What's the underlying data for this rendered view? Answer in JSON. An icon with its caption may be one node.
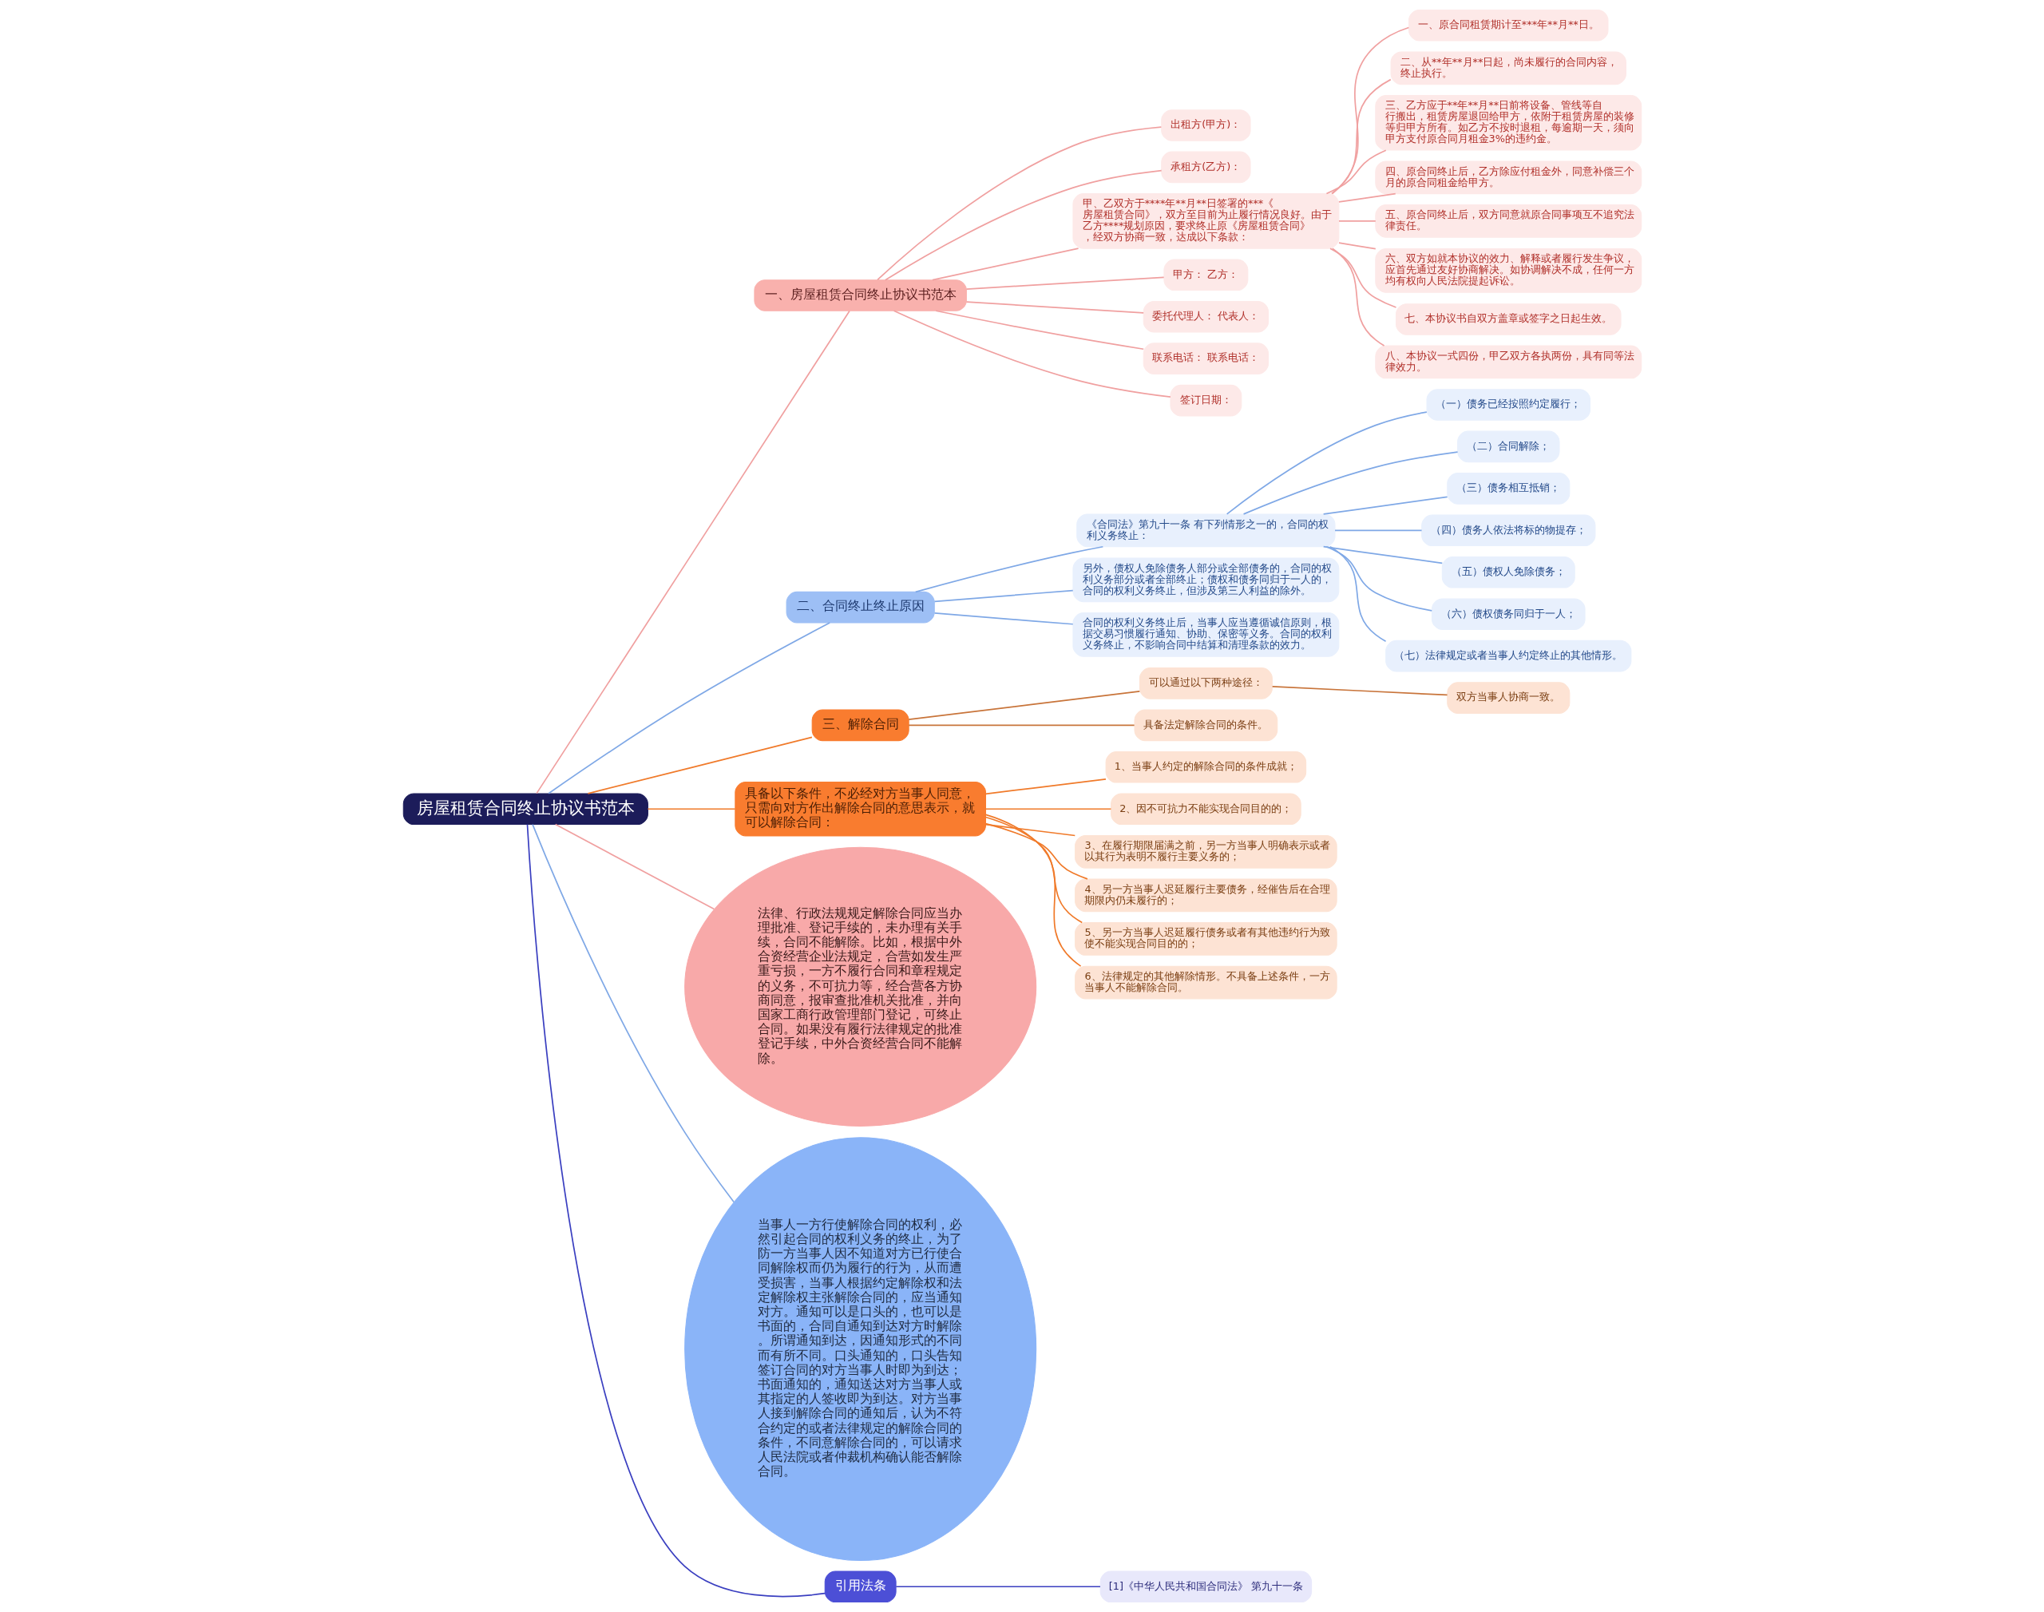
{
  "diagram": {
    "nodes": [
      {
        "text": [
          "房屋租赁合同终止协议书范本"
        ]
      },
      {
        "text": [
          "一、房屋租赁合同终止协议书范本"
        ]
      },
      {
        "text": [
          "出租方(甲方)："
        ]
      },
      {
        "text": [
          "承租方(乙方)："
        ]
      },
      {
        "text": [
          "甲、乙双方于****年**月**日签署的***《房屋租赁合同》，双方至目前为止履行情况良好。由于乙方****规划原因，要求终止原《房屋租赁合同》，经双方协商一致，达成以下条款："
        ]
      },
      {
        "text": [
          "一、原合同租赁期计至***年**月**日。"
        ]
      },
      {
        "text": [
          "二、从**年**月**日起，尚未履行的合同内容，终止执行。"
        ]
      },
      {
        "text": [
          "三、乙方应于**年**月**日前将设备、管线等自行搬出，租赁房屋退回给甲方，依附于租赁房屋的装修等归甲方所有。如乙方不按时退租，每逾期一天，须向甲方支付原合同月租金3%的违约金。"
        ]
      },
      {
        "text": [
          "四、原合同终止后，乙方除应付租金外，同意补偿三个月的原合同租金给甲方。"
        ]
      },
      {
        "text": [
          "五、原合同终止后，双方同意就原合同事项互不追究法律责任。"
        ]
      },
      {
        "text": [
          "六、双方如就本协议的效力、解释或者履行发生争议，应首先通过友好协商解决。如协调解决不成，任何一方均有权向人民法院提起诉讼。"
        ]
      },
      {
        "text": [
          "七、本协议书自双方盖章或签字之日起生效。"
        ]
      },
      {
        "text": [
          "八、本协议一式四份，甲乙双方各执两份，具有同等法律效力。"
        ]
      },
      {
        "text": [
          "甲方： 乙方："
        ]
      },
      {
        "text": [
          "委托代理人： 代表人："
        ]
      },
      {
        "text": [
          "联系电话： 联系电话："
        ]
      },
      {
        "text": [
          "签订日期："
        ]
      },
      {
        "text": [
          "二、合同终止终止原因"
        ]
      },
      {
        "text": [
          "《合同法》第九十一条 有下列情形之一的，合同的权利义务终止："
        ]
      },
      {
        "text": [
          "（一）债务已经按照约定履行；"
        ]
      },
      {
        "text": [
          "（二）合同解除；"
        ]
      },
      {
        "text": [
          "（三）债务相互抵销；"
        ]
      },
      {
        "text": [
          "（四）债务人依法将标的物提存；"
        ]
      },
      {
        "text": [
          "（五）债权人免除债务；"
        ]
      },
      {
        "text": [
          "（六）债权债务同归于一人；"
        ]
      },
      {
        "text": [
          "（七）法律规定或者当事人约定终止的其他情形。"
        ]
      },
      {
        "text": [
          "另外，债权人免除债务人部分或全部债务的，合同的权利义务部分或者全部终止；债权和债务同归于一人的，合同的权利义务终止，但涉及第三人利益的除外。"
        ]
      },
      {
        "text": [
          "合同的权利义务终止后，当事人应当遵循诚信原则，根据交易习惯履行通知、协助、保密等义务。合同的权利义务终止，不影响合同中结算和清理条款的效力。"
        ]
      },
      {
        "text": [
          "三、解除合同"
        ]
      },
      {
        "text": [
          "可以通过以下两种途径："
        ]
      },
      {
        "text": [
          "双方当事人协商一致。"
        ]
      },
      {
        "text": [
          "具备法定解除合同的条件。"
        ]
      },
      {
        "text": [
          "具备以下条件，不必经对方当事人同意，只需向对方作出解除合同的意思表示，就可以解除合同："
        ]
      },
      {
        "text": [
          "1、当事人约定的解除合同的条件成就；"
        ]
      },
      {
        "text": [
          "2、因不可抗力不能实现合同目的的；"
        ]
      },
      {
        "text": [
          "3、在履行期限届满之前，另一方当事人明确表示或者以其行为表明不履行主要义务的；"
        ]
      },
      {
        "text": [
          "4、另一方当事人迟延履行主要债务，经催告后在合理期限内仍未履行的；"
        ]
      },
      {
        "text": [
          "5、另一方当事人迟延履行债务或者有其他违约行为致使不能实现合同目的的；"
        ]
      },
      {
        "text": [
          "6、法律规定的其他解除情形。不具备上述条件，一方当事人不能解除合同。"
        ]
      },
      {
        "text": [
          "法律、行政法规规定解除合同应当办理批准、登记手续的，未办理有关手续，合同不能解除。比如，根据中外合资经营企业法规定，合营如发生严重亏损，一方不履行合同和章程规定的义务，不可抗力等，经合营各方协商同意，报审查批准机关批准，并向国家工商行政管理部门登记，可终止合同。如果没有履行法律规定的批准登记手续，中外合资经营合同不能解除。"
        ]
      },
      {
        "text": [
          "当事人一方行使解除合同的权利，必然引起合同的权利义务的终止，为了防一方当事人因不知道对方已行使合同解除权而仍为履行的行为，从而遭受损害，当事人根据约定解除权和法定解除权主张解除合同的，应当通知对方。通知可以是口头的，也可以是书面的，合同自通知到达对方时解除。所谓通知到达，因通知形式的不同而有所不同。口头通知的，口头告知签订合同的对方当事人时即为到达；书面通知的，通知送达对方当事人或其指定的人签收即为到达。对方当事人接到解除合同的通知后，认为不符合约定的或者法律规定的解除合同的条件，不同意解除合同的，可以请求人民法院或者仲裁机构确认能否解除合同。"
        ]
      },
      {
        "text": [
          "引用法条"
        ]
      },
      {
        "text": [
          "[1]《中华人民共和国合同法》 第九十一条"
        ]
      }
    ],
    "edges": [
      {
        "from": 0,
        "to": 1,
        "arrow": "none"
      },
      {
        "from": 1,
        "to": 2,
        "arrow": "none"
      },
      {
        "from": 1,
        "to": 3,
        "arrow": "none"
      },
      {
        "from": 1,
        "to": 4,
        "arrow": "none"
      },
      {
        "from": 4,
        "to": 5,
        "arrow": "none"
      },
      {
        "from": 4,
        "to": 6,
        "arrow": "none"
      },
      {
        "from": 4,
        "to": 7,
        "arrow": "none"
      },
      {
        "from": 4,
        "to": 8,
        "arrow": "none"
      },
      {
        "from": 4,
        "to": 9,
        "arrow": "none"
      },
      {
        "from": 4,
        "to": 10,
        "arrow": "none"
      },
      {
        "from": 4,
        "to": 11,
        "arrow": "none"
      },
      {
        "from": 4,
        "to": 12,
        "arrow": "none"
      },
      {
        "from": 1,
        "to": 13,
        "arrow": "none"
      },
      {
        "from": 1,
        "to": 14,
        "arrow": "none"
      },
      {
        "from": 1,
        "to": 15,
        "arrow": "none"
      },
      {
        "from": 1,
        "to": 16,
        "arrow": "none"
      },
      {
        "from": 0,
        "to": 17,
        "arrow": "none",
        "color": "#7fa8e6"
      },
      {
        "from": 17,
        "to": 18,
        "arrow": "none",
        "color": "#7fa8e6"
      },
      {
        "from": 18,
        "to": 19,
        "arrow": "none",
        "color": "#7fa8e6"
      },
      {
        "from": 18,
        "to": 20,
        "arrow": "none",
        "color": "#7fa8e6"
      },
      {
        "from": 18,
        "to": 21,
        "arrow": "none",
        "color": "#7fa8e6"
      },
      {
        "from": 18,
        "to": 22,
        "arrow": "none",
        "color": "#7fa8e6"
      },
      {
        "from": 18,
        "to": 23,
        "arrow": "none",
        "color": "#7fa8e6"
      },
      {
        "from": 18,
        "to": 24,
        "arrow": "none",
        "color": "#7fa8e6"
      },
      {
        "from": 18,
        "to": 25,
        "arrow": "none",
        "color": "#7fa8e6"
      },
      {
        "from": 17,
        "to": 26,
        "arrow": "none",
        "color": "#7fa8e6"
      },
      {
        "from": 17,
        "to": 27,
        "arrow": "none",
        "color": "#7fa8e6"
      },
      {
        "from": 0,
        "to": 28,
        "arrow": "none",
        "color": "#f07a2a"
      },
      {
        "from": 28,
        "to": 29,
        "arrow": "none",
        "color": "#c8743a"
      },
      {
        "from": 29,
        "to": 30,
        "arrow": "none",
        "color": "#c8743a"
      },
      {
        "from": 28,
        "to": 31,
        "arrow": "none",
        "color": "#c8743a"
      },
      {
        "from": 0,
        "to": 32,
        "arrow": "none",
        "color": "#f07a2a"
      },
      {
        "from": 32,
        "to": 33,
        "arrow": "none",
        "color": "#f07a2a"
      },
      {
        "from": 32,
        "to": 34,
        "arrow": "none",
        "color": "#f07a2a"
      },
      {
        "from": 32,
        "to": 35,
        "arrow": "none",
        "color": "#f07a2a"
      },
      {
        "from": 32,
        "to": 36,
        "arrow": "none",
        "color": "#f07a2a"
      },
      {
        "from": 32,
        "to": 37,
        "arrow": "none",
        "color": "#f07a2a"
      },
      {
        "from": 32,
        "to": 38,
        "arrow": "none",
        "color": "#f07a2a"
      },
      {
        "from": 0,
        "to": 39,
        "arrow": "none"
      },
      {
        "from": 0,
        "to": 40,
        "arrow": "none",
        "color": "#7fa8e6"
      },
      {
        "from": 0,
        "to": 41,
        "arrow": "none",
        "color": "#3a3fc0"
      },
      {
        "from": 41,
        "to": 42,
        "arrow": "none",
        "color": "#3a3fc0"
      }
    ]
  }
}
